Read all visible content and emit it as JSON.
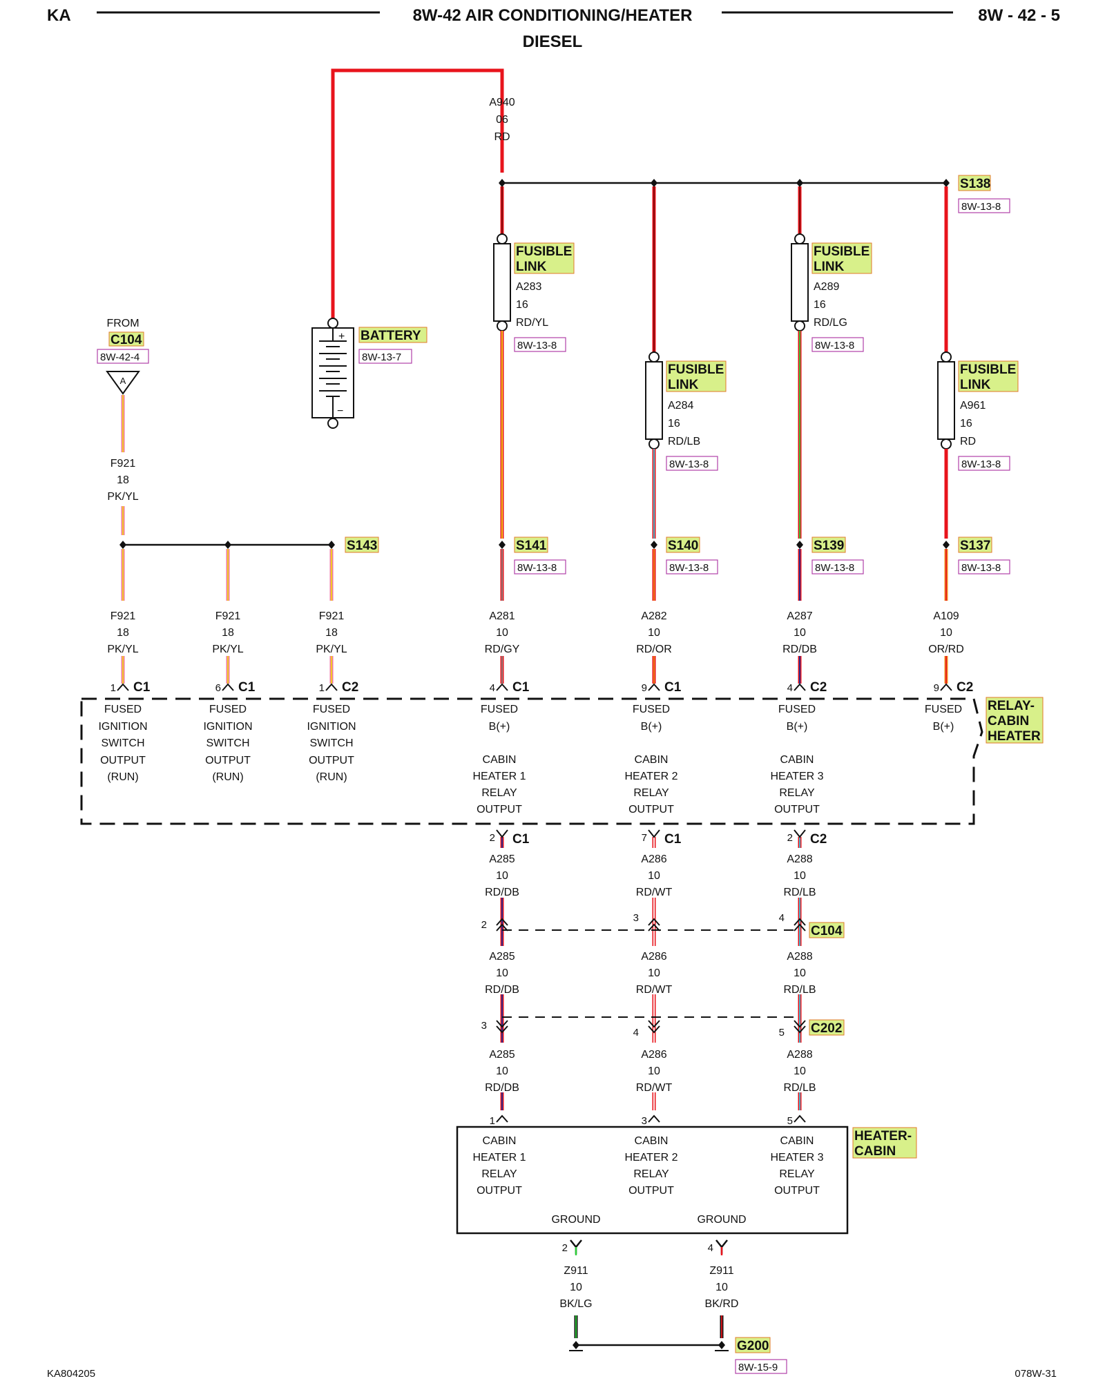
{
  "header": {
    "left": "KA",
    "title": "8W-42 AIR CONDITIONING/HEATER",
    "subtitle": "DIESEL",
    "page": "8W - 42 - 5"
  },
  "footer": {
    "left": "KA804205",
    "right": "078W-31"
  },
  "top_wire": {
    "id": "A940",
    "gauge": "06",
    "color": "RD"
  },
  "battery": {
    "label": "BATTERY",
    "ref": "8W-13-7",
    "plus": "+",
    "minus": "−"
  },
  "from_connector": {
    "from": "FROM",
    "name": "C104",
    "ref": "8W-42-4",
    "pin": "A"
  },
  "f921_feed": {
    "id": "F921",
    "gauge": "18",
    "color": "PK/YL"
  },
  "splices": {
    "s138": {
      "name": "S138",
      "ref": "8W-13-8"
    },
    "s143": {
      "name": "S143"
    },
    "s141": {
      "name": "S141",
      "ref": "8W-13-8"
    },
    "s140": {
      "name": "S140",
      "ref": "8W-13-8"
    },
    "s139": {
      "name": "S139",
      "ref": "8W-13-8"
    },
    "s137": {
      "name": "S137",
      "ref": "8W-13-8"
    },
    "g200": {
      "name": "G200",
      "ref": "8W-15-9"
    }
  },
  "fusible_links": [
    {
      "label1": "FUSIBLE",
      "label2": "LINK",
      "id": "A283",
      "gauge": "16",
      "color": "RD/YL",
      "ref": "8W-13-8"
    },
    {
      "label1": "FUSIBLE",
      "label2": "LINK",
      "id": "A284",
      "gauge": "16",
      "color": "RD/LB",
      "ref": "8W-13-8"
    },
    {
      "label1": "FUSIBLE",
      "label2": "LINK",
      "id": "A289",
      "gauge": "16",
      "color": "RD/LG",
      "ref": "8W-13-8"
    },
    {
      "label1": "FUSIBLE",
      "label2": "LINK",
      "id": "A961",
      "gauge": "16",
      "color": "RD",
      "ref": "8W-13-8"
    }
  ],
  "relay_inputs": [
    {
      "id": "F921",
      "gauge": "18",
      "color": "PK/YL",
      "pin": "1",
      "conn": "C1",
      "f1": "FUSED",
      "f2": "IGNITION",
      "f3": "SWITCH",
      "f4": "OUTPUT",
      "f5": "(RUN)"
    },
    {
      "id": "F921",
      "gauge": "18",
      "color": "PK/YL",
      "pin": "6",
      "conn": "C1",
      "f1": "FUSED",
      "f2": "IGNITION",
      "f3": "SWITCH",
      "f4": "OUTPUT",
      "f5": "(RUN)"
    },
    {
      "id": "F921",
      "gauge": "18",
      "color": "PK/YL",
      "pin": "1",
      "conn": "C2",
      "f1": "FUSED",
      "f2": "IGNITION",
      "f3": "SWITCH",
      "f4": "OUTPUT",
      "f5": "(RUN)"
    },
    {
      "id": "A281",
      "gauge": "10",
      "color": "RD/GY",
      "pin": "4",
      "conn": "C1",
      "f1": "FUSED",
      "f2": "B(+)"
    },
    {
      "id": "A282",
      "gauge": "10",
      "color": "RD/OR",
      "pin": "9",
      "conn": "C1",
      "f1": "FUSED",
      "f2": "B(+)"
    },
    {
      "id": "A287",
      "gauge": "10",
      "color": "RD/DB",
      "pin": "4",
      "conn": "C2",
      "f1": "FUSED",
      "f2": "B(+)"
    },
    {
      "id": "A109",
      "gauge": "10",
      "color": "OR/RD",
      "pin": "9",
      "conn": "C2",
      "f1": "FUSED",
      "f2": "B(+)"
    }
  ],
  "relay_module": {
    "name1": "RELAY-",
    "name2": "CABIN",
    "name3": "HEATER"
  },
  "relay_outputs": [
    {
      "l1": "CABIN",
      "l2": "HEATER 1",
      "l3": "RELAY",
      "l4": "OUTPUT",
      "pin": "2",
      "conn": "C1",
      "id": "A285",
      "gauge": "10",
      "color": "RD/DB",
      "c104_pin": "2",
      "c202_pin": "3",
      "heater_pin": "1"
    },
    {
      "l1": "CABIN",
      "l2": "HEATER 2",
      "l3": "RELAY",
      "l4": "OUTPUT",
      "pin": "7",
      "conn": "C1",
      "id": "A286",
      "gauge": "10",
      "color": "RD/WT",
      "c104_pin": "3",
      "c202_pin": "4",
      "heater_pin": "3"
    },
    {
      "l1": "CABIN",
      "l2": "HEATER 3",
      "l3": "RELAY",
      "l4": "OUTPUT",
      "pin": "2",
      "conn": "C2",
      "id": "A288",
      "gauge": "10",
      "color": "RD/LB",
      "c104_pin": "4",
      "c202_pin": "5",
      "heater_pin": "5"
    }
  ],
  "inline_connectors": {
    "c104": "C104",
    "c202": "C202"
  },
  "heater_module": {
    "name1": "HEATER-",
    "name2": "CABIN",
    "outputs": [
      {
        "l1": "CABIN",
        "l2": "HEATER 1",
        "l3": "RELAY",
        "l4": "OUTPUT"
      },
      {
        "l1": "CABIN",
        "l2": "HEATER 2",
        "l3": "RELAY",
        "l4": "OUTPUT"
      },
      {
        "l1": "CABIN",
        "l2": "HEATER 3",
        "l3": "RELAY",
        "l4": "OUTPUT"
      }
    ],
    "grounds": [
      {
        "label": "GROUND",
        "pin": "2",
        "id": "Z911",
        "gauge": "10",
        "color": "BK/LG"
      },
      {
        "label": "GROUND",
        "pin": "4",
        "id": "Z911",
        "gauge": "10",
        "color": "BK/RD"
      }
    ]
  },
  "wire_colors": {
    "red": "#e8141c",
    "dark_red": "#7a0a0a",
    "yellow": "#f2d21a",
    "gray": "#8a8a8a",
    "orange": "#f08a1e",
    "blue": "#1a2f9a",
    "light_blue": "#3cc8e0",
    "light_green": "#2fcf3a",
    "white": "#ffffff",
    "black": "#111111",
    "pink": "#f07aa0"
  }
}
